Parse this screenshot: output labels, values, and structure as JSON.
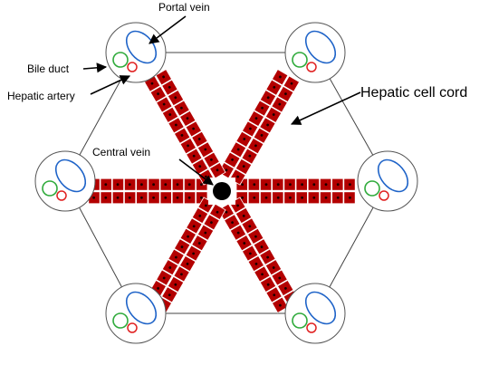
{
  "labels": {
    "portal_vein": "Portal vein",
    "bile_duct": "Bile duct",
    "hepatic_artery": "Hepatic artery",
    "central_vein": "Central vein",
    "hepatic_cell_cord": "Hepatic cell cord"
  },
  "colors": {
    "cell_fill": "#b30000",
    "cell_edge": "#ffffff",
    "nucleus": "#1a0000",
    "portal_vein": "#1e63c8",
    "bile_duct": "#2eaa3a",
    "hepatic_artery": "#e02020",
    "central_vein": "#000000",
    "outline": "#555555"
  },
  "icons": {
    "portal_triad": "portal-triad-icon",
    "central_vein": "central-vein-icon",
    "cell": "hepatocyte-icon"
  }
}
